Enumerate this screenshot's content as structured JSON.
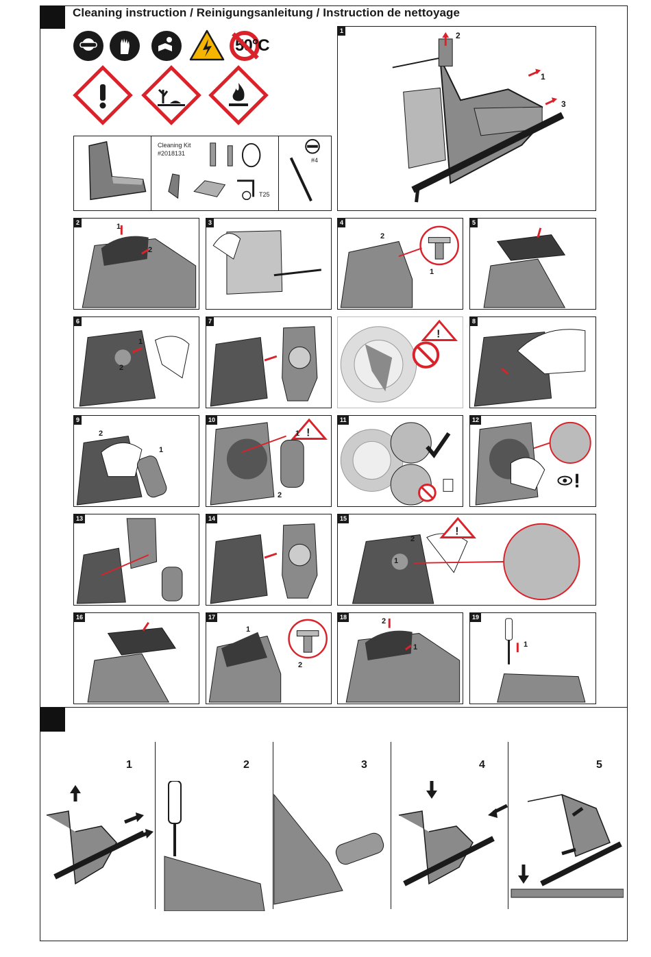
{
  "header": {
    "title": "Cleaning instruction / Reinigungsanleitung / Instruction de nettoyage"
  },
  "safety": {
    "mandatory_icons": [
      "eye-protection-icon",
      "gloves-icon",
      "read-manual-icon"
    ],
    "warning_icon": "electrical-hazard-icon",
    "temperature_limit": "50°C",
    "ghs_icons": [
      "exclamation-hazard-icon",
      "environment-hazard-icon",
      "flammable-hazard-icon"
    ],
    "colors": {
      "red": "#d9222a",
      "warning_yellow": "#f5b400",
      "dark": "#1a1a1a",
      "tool_grey": "#8a8a8a"
    }
  },
  "kit": {
    "label": "Cleaning Kit",
    "code": "#2018131",
    "torx": "T25",
    "screwdriver": "#4"
  },
  "panels": [
    {
      "n": "1"
    },
    {
      "n": "2"
    },
    {
      "n": "3"
    },
    {
      "n": "4"
    },
    {
      "n": "5"
    },
    {
      "n": "6"
    },
    {
      "n": "7"
    },
    {
      "n": "8"
    },
    {
      "n": "9"
    },
    {
      "n": "10"
    },
    {
      "n": "11"
    },
    {
      "n": "12"
    },
    {
      "n": "13"
    },
    {
      "n": "14"
    },
    {
      "n": "15"
    },
    {
      "n": "16"
    },
    {
      "n": "17"
    },
    {
      "n": "18"
    },
    {
      "n": "19"
    }
  ],
  "callouts": {
    "p1": [
      "2",
      "1",
      "3"
    ],
    "p2": [
      "1",
      "2"
    ],
    "p4": [
      "2",
      "1"
    ],
    "p6": [
      "1",
      "2"
    ],
    "p9": [
      "2",
      "1"
    ],
    "p10": [
      "1",
      "2"
    ],
    "p15": [
      "2",
      "1"
    ],
    "p17": [
      "1",
      "2"
    ],
    "p18": [
      "2",
      "1"
    ],
    "p19": [
      "1"
    ]
  },
  "bottom_steps": [
    "1",
    "2",
    "3",
    "4",
    "5"
  ]
}
